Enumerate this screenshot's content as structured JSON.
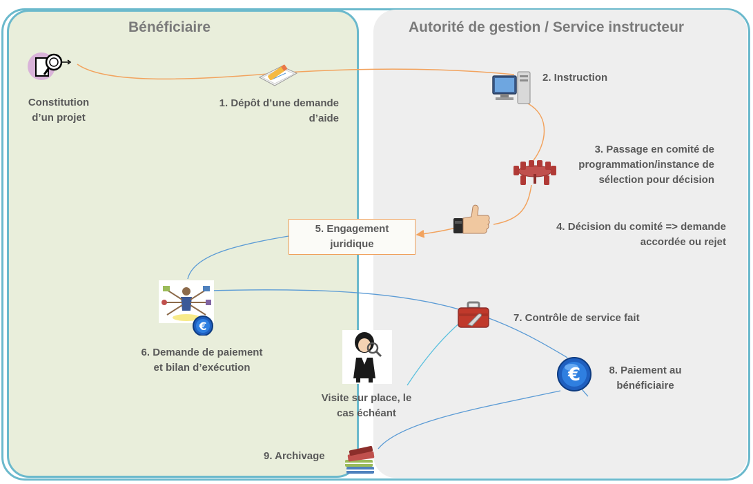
{
  "lanes": {
    "left_title": "Bénéficiaire",
    "right_title": "Autorité de gestion / Service instructeur"
  },
  "steps": {
    "s0_line1": "Constitution",
    "s0_line2": "d’un projet",
    "s1_line1": "1. Dépôt d’une demande",
    "s1_line2": "d’aide",
    "s2": "2. Instruction",
    "s3_line1": "3. Passage en comité de",
    "s3_line2": "programmation/instance de",
    "s3_line3": "sélection pour décision",
    "s4_line1": "4. Décision du comité => demande",
    "s4_line2": "accordée ou rejet",
    "s5_line1": "5. Engagement",
    "s5_line2": "juridique",
    "s6_line1": "6. Demande de paiement",
    "s6_line2": "et bilan d’exécution",
    "s7": "7. Contrôle de service fait",
    "s8_line1": "8. Paiement au",
    "s8_line2": "bénéficiaire",
    "s9": "9. Archivage",
    "visit_line1": "Visite sur place, le",
    "visit_line2": "cas échéant"
  },
  "icons": {
    "project": "magnifier-document-icon",
    "deposit": "pen-paper-icon",
    "instruction": "computer-icon",
    "committee": "meeting-table-icon",
    "decision": "thumbs-up-icon",
    "payment_request": "multitask-person-euro-icon",
    "control": "toolbox-icon",
    "visit": "inspector-woman-icon",
    "payment": "euro-coin-icon",
    "archive": "books-icon"
  },
  "colors": {
    "orange_flow": "#f2a35e",
    "blue_flow": "#5b9bd5",
    "lane_border": "#6bb9cc",
    "left_lane_bg": "#e9eedb",
    "right_lane_bg": "#eeeeee",
    "text": "#595959"
  }
}
